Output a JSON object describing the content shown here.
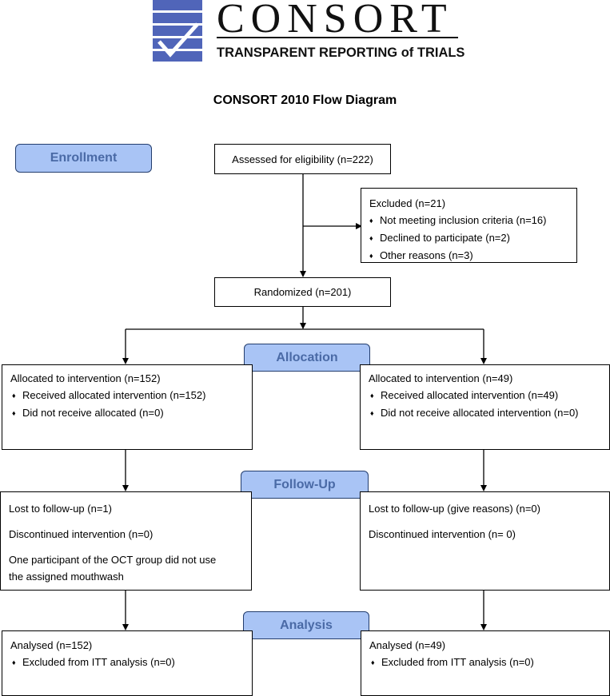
{
  "logo": {
    "wordmark": "CONSORT",
    "tagline": "TRANSPARENT REPORTING of TRIALS"
  },
  "title": "CONSORT 2010 Flow Diagram",
  "stages": {
    "enrollment": "Enrollment",
    "allocation": "Allocation",
    "followup": "Follow-Up",
    "analysis": "Analysis"
  },
  "assessed": "Assessed for eligibility (n=222)",
  "excluded": {
    "header": "Excluded (n=21)",
    "items": [
      "Not meeting inclusion criteria (n=16)",
      "Declined to participate (n=2)",
      "Other reasons (n=3)"
    ]
  },
  "randomized": "Randomized (n=201)",
  "left": {
    "allocation": {
      "header": "Allocated to intervention (n=152)",
      "items": [
        "Received allocated intervention (n=152)",
        "Did not receive allocated (n=0)"
      ]
    },
    "followup": {
      "lines": [
        "Lost to follow-up (n=1)",
        "Discontinued intervention (n=0)",
        "One participant of the OCT group did not use",
        "the assigned mouthwash"
      ]
    },
    "analysis": {
      "header": "Analysed (n=152)",
      "items": [
        "Excluded from ITT analysis (n=0)"
      ]
    }
  },
  "right": {
    "allocation": {
      "header": "Allocated to intervention (n=49)",
      "items": [
        "Received allocated intervention (n=49)",
        "Did not receive allocated intervention (n=0)"
      ]
    },
    "followup": {
      "lines": [
        "Lost to follow-up (give reasons) (n=0)",
        "Discontinued intervention (n= 0)"
      ]
    },
    "analysis": {
      "header": "Analysed (n=49)",
      "items": [
        "Excluded from ITT analysis (n=0)"
      ]
    }
  },
  "colors": {
    "stage_fill": "#a9c4f5",
    "stage_text": "#4a6aa6",
    "logo_blue": "#4f63b8"
  },
  "bullet_glyph": "♦"
}
